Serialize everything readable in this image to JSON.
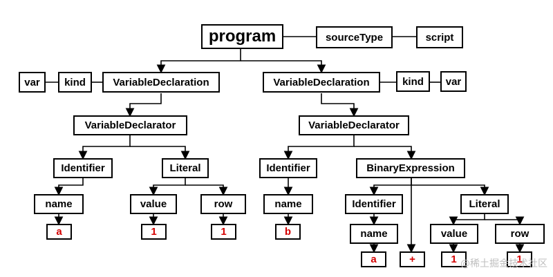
{
  "diagram": {
    "nodes": {
      "program": "program",
      "sourceType": "sourceType",
      "script": "script",
      "var_left": "var",
      "kind_left": "kind",
      "vardecl_left": "VariableDeclaration",
      "vardecl_right": "VariableDeclaration",
      "kind_right": "kind",
      "var_right": "var",
      "declarator_left": "VariableDeclarator",
      "declarator_right": "VariableDeclarator",
      "identifier_a": "Identifier",
      "literal_left": "Literal",
      "identifier_b": "Identifier",
      "binary": "BinaryExpression",
      "name_a": "name",
      "value_left": "value",
      "row_left": "row",
      "name_b": "name",
      "identifier_bin": "Identifier",
      "literal_bin": "Literal",
      "val_a": "a",
      "val_1_left": "1",
      "val_1_row": "1",
      "val_b": "b",
      "name_bin": "name",
      "value_bin": "value",
      "row_bin": "row",
      "val_a_bin": "a",
      "op_plus": "+",
      "val_1_bin": "1",
      "val_1_bin_row": "1"
    },
    "watermark": "@稀土掘金技术社区",
    "colors": {
      "literal": "#d40000",
      "line": "#000000"
    }
  }
}
